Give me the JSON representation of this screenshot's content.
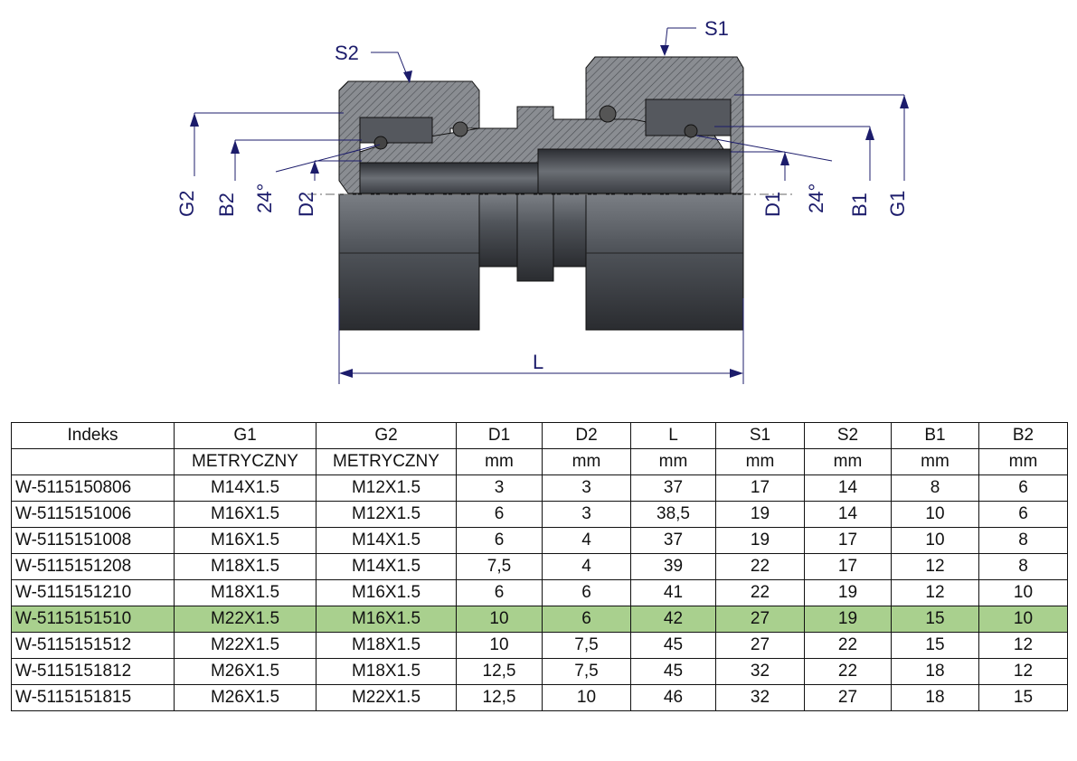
{
  "drawing": {
    "labels": {
      "s1": "S1",
      "s2": "S2",
      "g1": "G1",
      "g2": "G2",
      "b1": "B1",
      "b2": "B2",
      "d1": "D1",
      "d2": "D2",
      "angle_left": "24°",
      "angle_right": "24°",
      "l": "L"
    },
    "colors": {
      "dimension": "#1c1c6b",
      "steel_dark": "#3a3d42",
      "steel_mid": "#6b6f75",
      "highlight_row": "#a9d08e"
    }
  },
  "table": {
    "headers": [
      "Indeks",
      "G1",
      "G2",
      "D1",
      "D2",
      "L",
      "S1",
      "S2",
      "B1",
      "B2"
    ],
    "units": [
      "",
      "METRYCZNY",
      "METRYCZNY",
      "mm",
      "mm",
      "mm",
      "mm",
      "mm",
      "mm",
      "mm"
    ],
    "highlighted_row": 5,
    "rows": [
      [
        "W-5115150806",
        "M14X1.5",
        "M12X1.5",
        "3",
        "3",
        "37",
        "17",
        "14",
        "8",
        "6"
      ],
      [
        "W-5115151006",
        "M16X1.5",
        "M12X1.5",
        "6",
        "3",
        "38,5",
        "19",
        "14",
        "10",
        "6"
      ],
      [
        "W-5115151008",
        "M16X1.5",
        "M14X1.5",
        "6",
        "4",
        "37",
        "19",
        "17",
        "10",
        "8"
      ],
      [
        "W-5115151208",
        "M18X1.5",
        "M14X1.5",
        "7,5",
        "4",
        "39",
        "22",
        "17",
        "12",
        "8"
      ],
      [
        "W-5115151210",
        "M18X1.5",
        "M16X1.5",
        "6",
        "6",
        "41",
        "22",
        "19",
        "12",
        "10"
      ],
      [
        "W-5115151510",
        "M22X1.5",
        "M16X1.5",
        "10",
        "6",
        "42",
        "27",
        "19",
        "15",
        "10"
      ],
      [
        "W-5115151512",
        "M22X1.5",
        "M18X1.5",
        "10",
        "7,5",
        "45",
        "27",
        "22",
        "15",
        "12"
      ],
      [
        "W-5115151812",
        "M26X1.5",
        "M18X1.5",
        "12,5",
        "7,5",
        "45",
        "32",
        "22",
        "18",
        "12"
      ],
      [
        "W-5115151815",
        "M26X1.5",
        "M22X1.5",
        "12,5",
        "10",
        "46",
        "32",
        "27",
        "18",
        "15"
      ]
    ]
  }
}
